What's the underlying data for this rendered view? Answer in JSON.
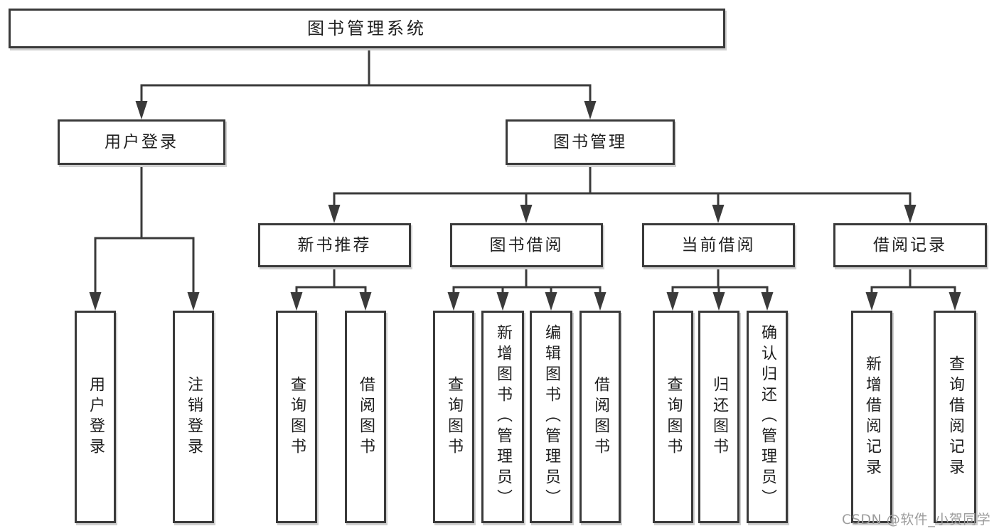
{
  "tree": {
    "root": {
      "label": "图书管理系统"
    },
    "branches": [
      {
        "label": "用户登录",
        "children": [
          {
            "label": "用户登录"
          },
          {
            "label": "注销登录"
          }
        ]
      },
      {
        "label": "图书管理",
        "children": [
          {
            "label": "新书推荐",
            "children": [
              {
                "label": "查询图书"
              },
              {
                "label": "借阅图书"
              }
            ]
          },
          {
            "label": "图书借阅",
            "children": [
              {
                "label": "查询图书"
              },
              {
                "label": "新增图书（管理员）"
              },
              {
                "label": "编辑图书（管理员）"
              },
              {
                "label": "借阅图书"
              }
            ]
          },
          {
            "label": "当前借阅",
            "children": [
              {
                "label": "查询图书"
              },
              {
                "label": "归还图书"
              },
              {
                "label": "确认归还（管理员）"
              }
            ]
          },
          {
            "label": "借阅记录",
            "children": [
              {
                "label": "新增借阅记录"
              },
              {
                "label": "查询借阅记录"
              }
            ]
          }
        ]
      }
    ]
  },
  "watermark": "CSDN @软件_小贺同学",
  "colors": {
    "line": "#3a3a3a",
    "box_border": "#3a3a3a",
    "box_fill": "#ffffff",
    "text": "#1f1f1f",
    "watermark": "#9d9d9d"
  }
}
